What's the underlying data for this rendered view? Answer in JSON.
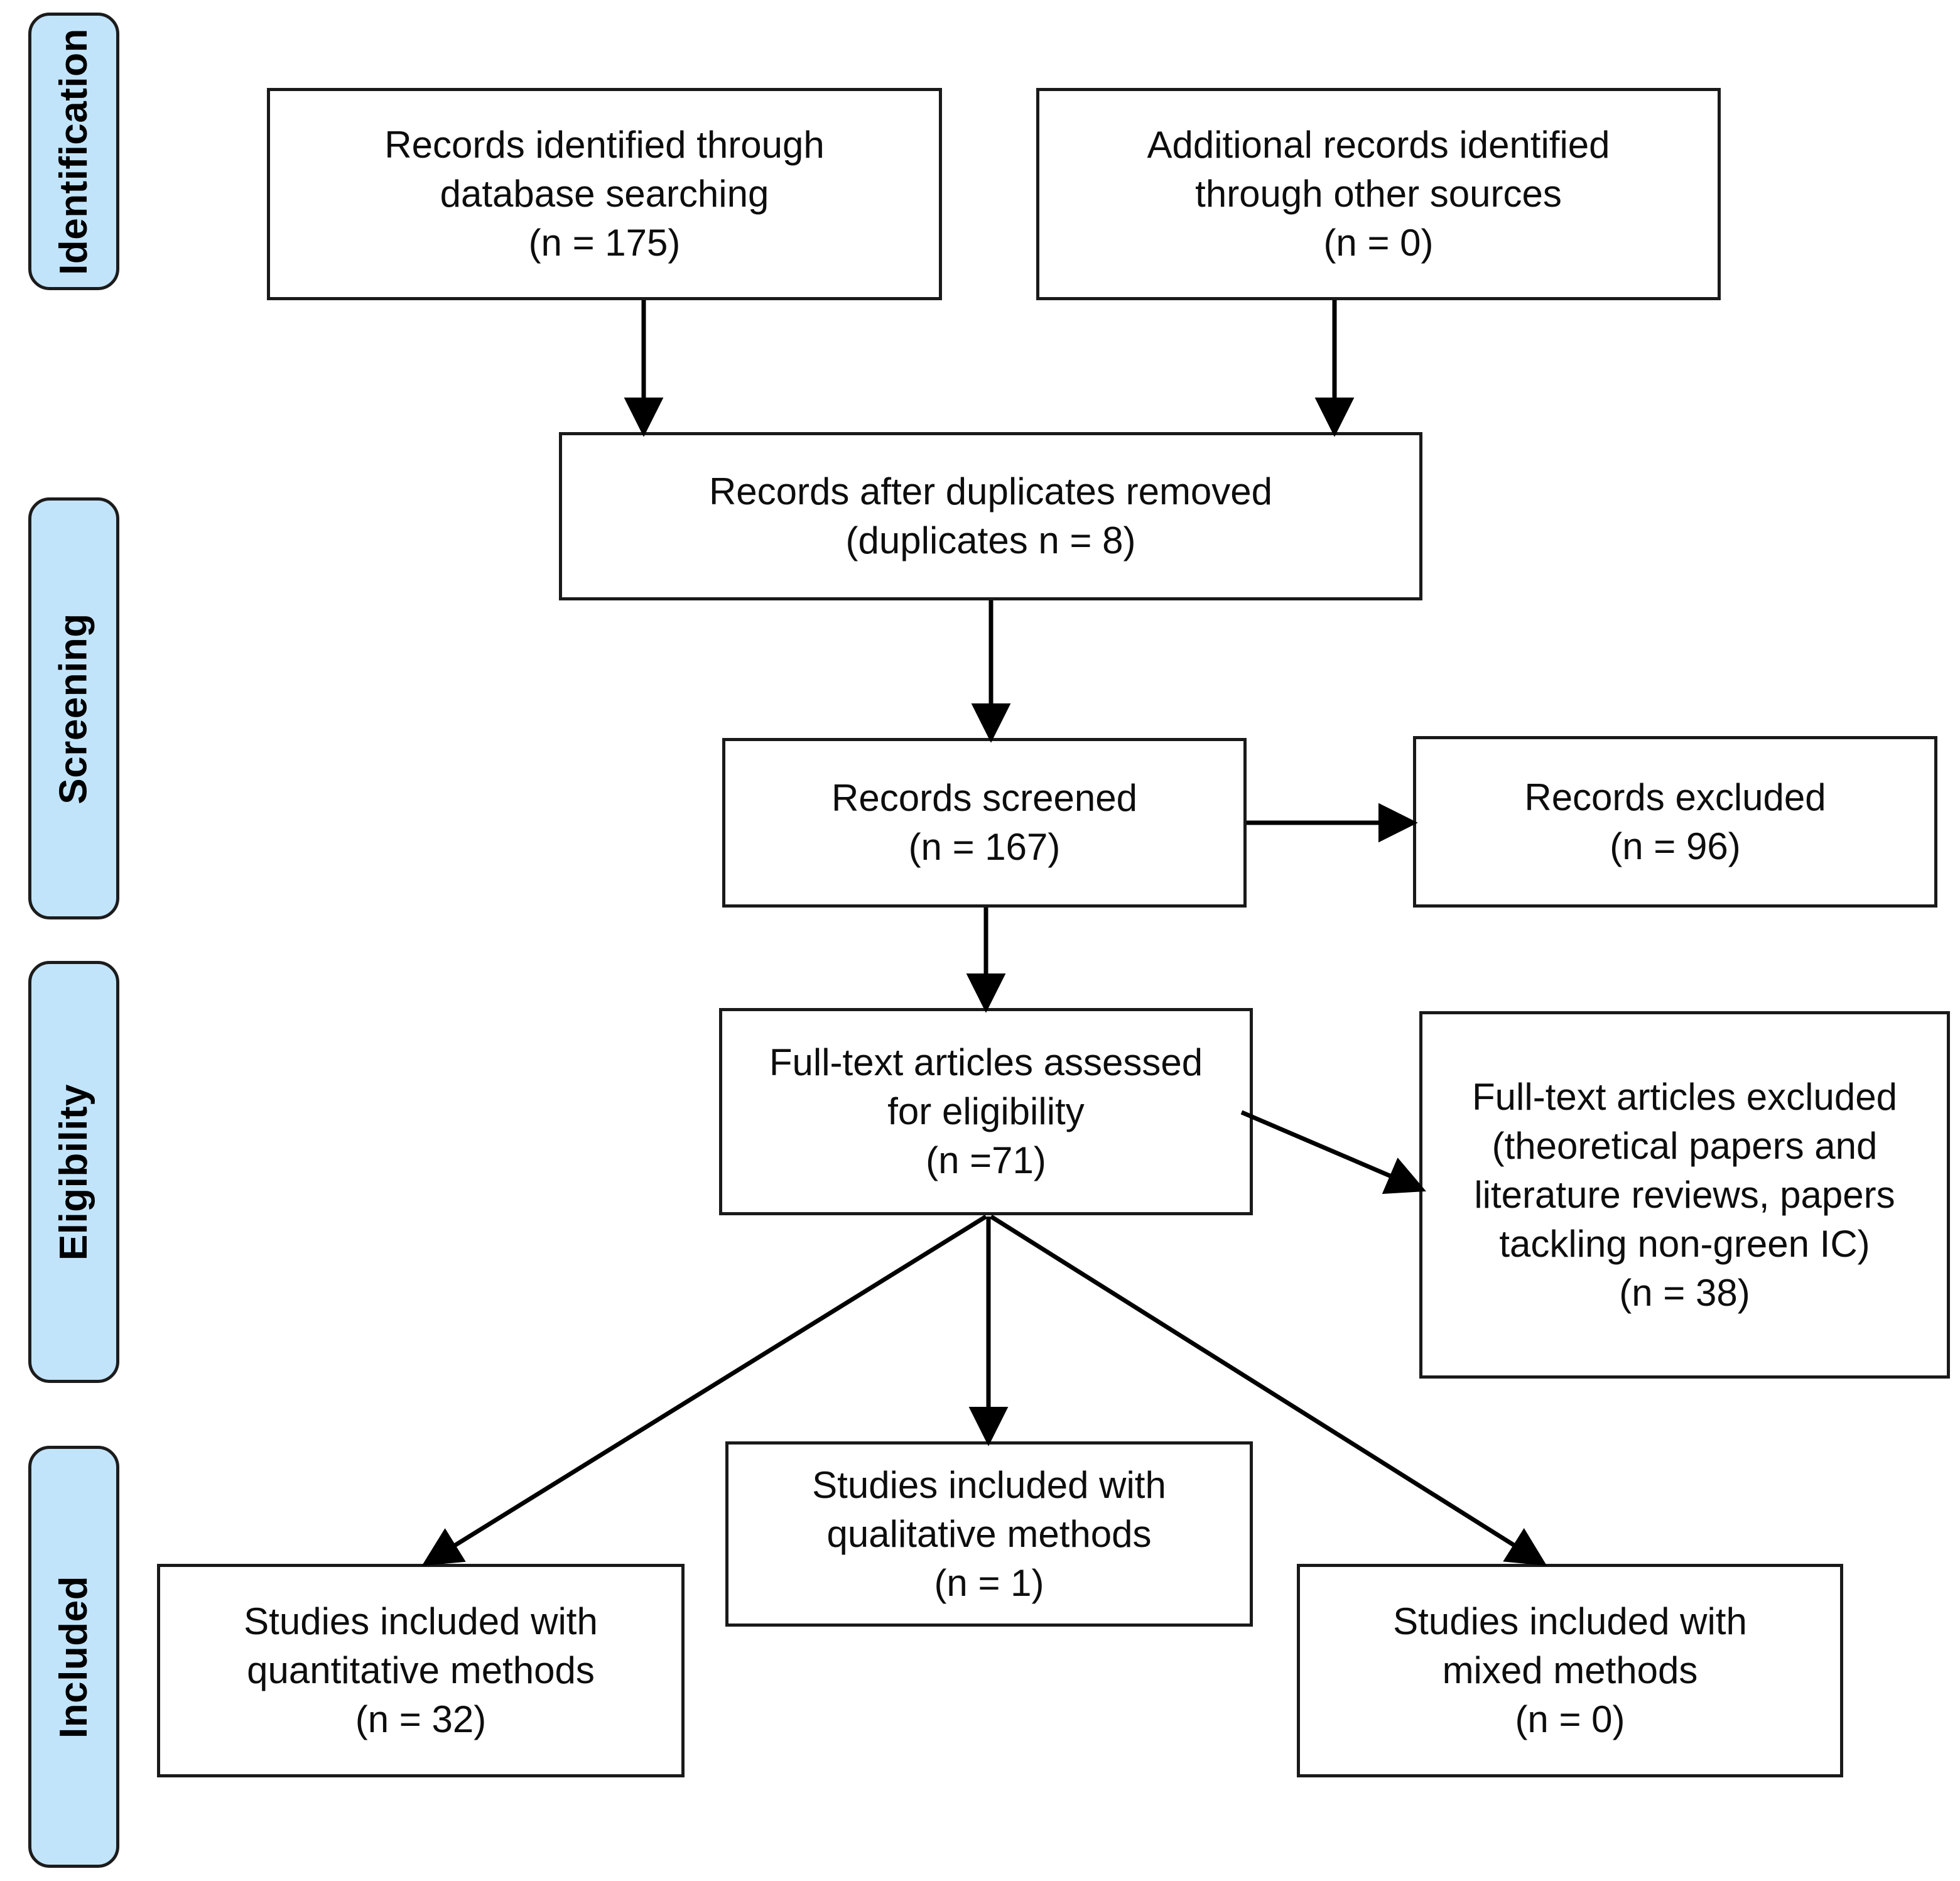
{
  "diagram": {
    "type": "prisma-flow-diagram",
    "colors": {
      "stage_fill": "#c2e4fb",
      "stage_border": "#1c1c1c",
      "node_border": "#1a1a1a",
      "node_fill": "#ffffff",
      "arrow": "#000000"
    }
  },
  "stages": [
    {
      "id": "identification",
      "label": "Identification"
    },
    {
      "id": "screening",
      "label": "Screening"
    },
    {
      "id": "eligibility",
      "label": "Eligibility"
    },
    {
      "id": "included",
      "label": "Included"
    }
  ],
  "nodes": {
    "database_search": {
      "id": "records-identified-database",
      "lines": [
        "Records identified through",
        "database searching",
        "(n =  175)"
      ],
      "count": 175
    },
    "other_sources": {
      "id": "additional-records-other-sources",
      "lines": [
        "Additional records identified",
        "through other sources",
        "(n =  0)"
      ],
      "count": 0
    },
    "duplicates_removed": {
      "id": "records-after-duplicates-removed",
      "lines": [
        "Records after duplicates removed",
        "(duplicates n =  8)"
      ],
      "count": 8
    },
    "records_screened": {
      "id": "records-screened",
      "lines": [
        "Records screened",
        "(n = 167)"
      ],
      "count": 167
    },
    "records_excluded": {
      "id": "records-excluded",
      "lines": [
        "Records excluded",
        "(n = 96)"
      ],
      "count": 96
    },
    "fulltext_assessed": {
      "id": "full-text-articles-assessed",
      "lines": [
        "Full-text articles assessed",
        "for eligibility",
        "(n =71)"
      ],
      "count": 71
    },
    "fulltext_excluded": {
      "id": "full-text-articles-excluded",
      "lines": [
        "Full-text articles excluded",
        "(theoretical papers and",
        "literature reviews, papers",
        "tackling non-green IC)",
        "(n = 38)"
      ],
      "count": 38
    },
    "studies_qualitative": {
      "id": "studies-included-qualitative",
      "lines": [
        "Studies included with",
        "qualitative methods",
        "(n =  1)"
      ],
      "count": 1
    },
    "studies_quantitative": {
      "id": "studies-included-quantitative",
      "lines": [
        "Studies included with",
        "quantitative methods",
        "(n = 32)"
      ],
      "count": 32
    },
    "studies_mixed": {
      "id": "studies-included-mixed",
      "lines": [
        "Studies included with",
        "mixed methods",
        "(n = 0)"
      ],
      "count": 0
    }
  },
  "connectors": [
    {
      "from": "database_search",
      "to": "duplicates_removed",
      "kind": "vertical-arrow"
    },
    {
      "from": "other_sources",
      "to": "duplicates_removed",
      "kind": "vertical-arrow"
    },
    {
      "from": "duplicates_removed",
      "to": "records_screened",
      "kind": "vertical-arrow"
    },
    {
      "from": "records_screened",
      "to": "records_excluded",
      "kind": "horizontal-arrow"
    },
    {
      "from": "records_screened",
      "to": "fulltext_assessed",
      "kind": "vertical-arrow"
    },
    {
      "from": "fulltext_assessed",
      "to": "fulltext_excluded",
      "kind": "diagonal-arrow"
    },
    {
      "from": "fulltext_assessed",
      "to": "studies_quantitative",
      "kind": "diagonal-arrow"
    },
    {
      "from": "fulltext_assessed",
      "to": "studies_qualitative",
      "kind": "vertical-arrow"
    },
    {
      "from": "fulltext_assessed",
      "to": "studies_mixed",
      "kind": "diagonal-arrow"
    }
  ]
}
